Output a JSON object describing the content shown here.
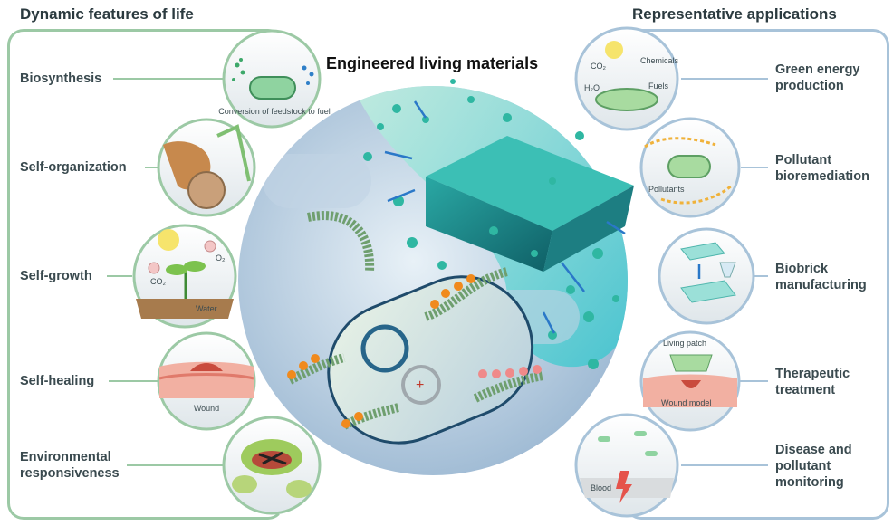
{
  "headings": {
    "left": "Dynamic features of life",
    "right": "Representative applications",
    "center": "Engineered living materials"
  },
  "features": [
    {
      "label": "Biosynthesis",
      "icon": "bioreactor-cell-icon"
    },
    {
      "label": "Self-organization",
      "icon": "shell-spiral-icon"
    },
    {
      "label": "Self-growth",
      "icon": "seedling-icon"
    },
    {
      "label": "Self-healing",
      "icon": "skin-wound-icon"
    },
    {
      "label": "Environmental responsiveness",
      "icon": "venus-flytrap-icon"
    }
  ],
  "applications": [
    {
      "label": "Green energy production",
      "icon": "solar-fuel-icon"
    },
    {
      "label": "Pollutant bioremediation",
      "icon": "pollutant-capture-icon"
    },
    {
      "label": "Biobrick manufacturing",
      "icon": "biobrick-icon"
    },
    {
      "label": "Therapeutic treatment",
      "icon": "living-patch-icon"
    },
    {
      "label": "Disease and pollutant monitoring",
      "icon": "blood-sensor-icon"
    }
  ],
  "circle_text": {
    "conversion": "Conversion of feedstock to fuel",
    "co2_left": "CO₂",
    "o2": "O₂",
    "water": "Water",
    "wound": "Wound",
    "co2_right": "CO₂",
    "chemicals": "Chemicals",
    "h2o": "H₂O",
    "fuels": "Fuels",
    "pollutants": "Pollutants",
    "living_patch": "Living patch",
    "wound_model": "Wound model",
    "blood": "Blood"
  },
  "colors": {
    "left_frame": "#9cc9a5",
    "right_frame": "#a8c3d9",
    "center_teal": "#5cc7b5",
    "center_blue": "#7fa2c8"
  }
}
